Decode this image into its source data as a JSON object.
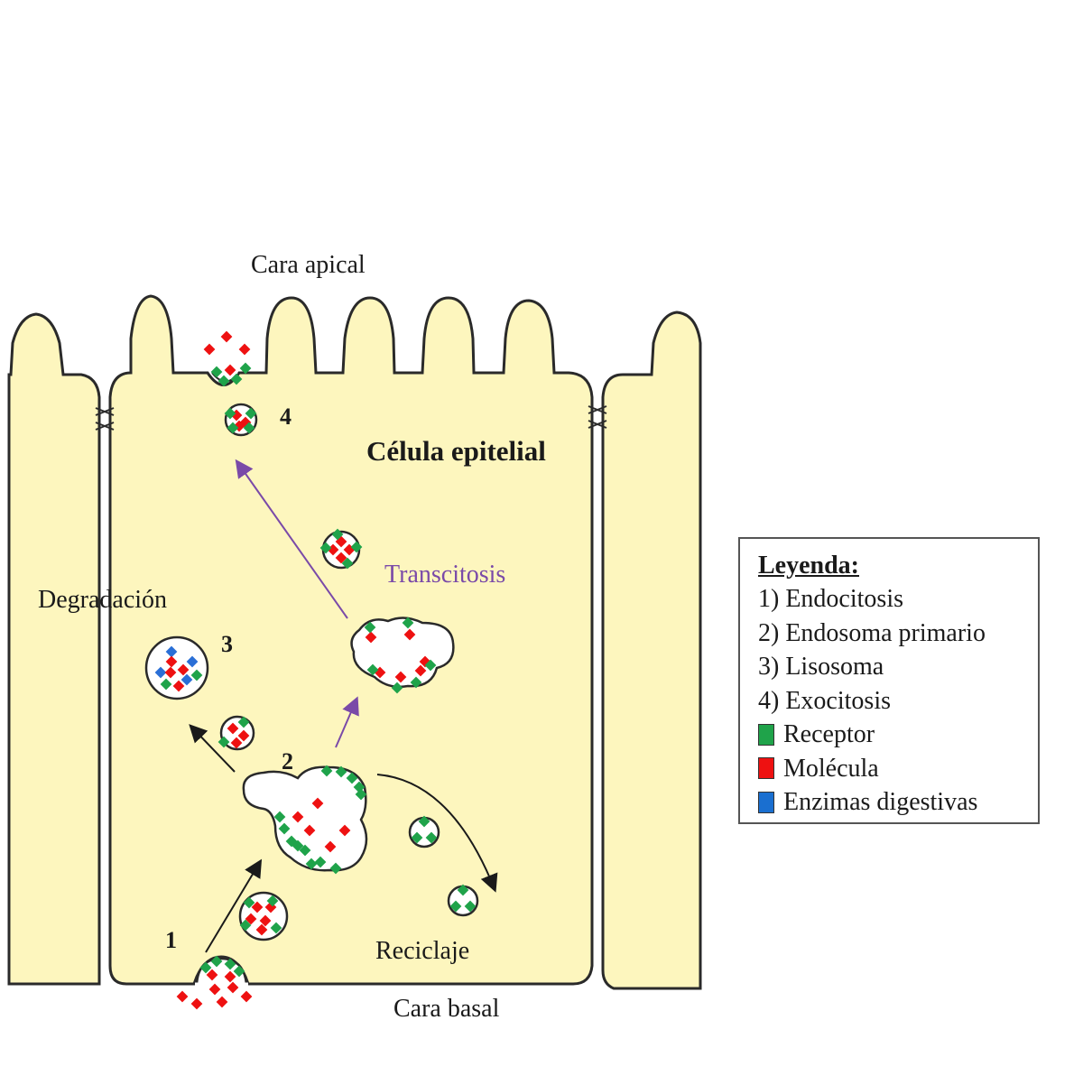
{
  "diagram": {
    "labels": {
      "apical": "Cara apical",
      "basal": "Cara basal",
      "cell": "Célula epitelial",
      "degradation": "Degradación",
      "transcytosis": "Transcitosis",
      "recycling": "Reciclaje",
      "step1": "1",
      "step2": "2",
      "step3": "3",
      "step4": "4"
    },
    "colors": {
      "cytoplasm": "#fdf6be",
      "receptor": "#1fa34a",
      "molecule": "#ee1111",
      "enzyme": "#2a6fd6",
      "transcytosis": "#7a4aa8",
      "outline": "#2a2a2a"
    }
  },
  "legend": {
    "title": "Leyenda:",
    "items": [
      {
        "marker": "1)",
        "label": "Endocitosis"
      },
      {
        "marker": "2)",
        "label": "Endosoma primario"
      },
      {
        "marker": "3)",
        "label": "Lisosoma"
      },
      {
        "marker": "4)",
        "label": "Exocitosis"
      }
    ],
    "swatches": [
      {
        "color": "#1fa34a",
        "label": "Receptor"
      },
      {
        "color": "#ee1111",
        "label": "Molécula"
      },
      {
        "color": "#1a6fd0",
        "label": "Enzimas digestivas"
      }
    ]
  }
}
